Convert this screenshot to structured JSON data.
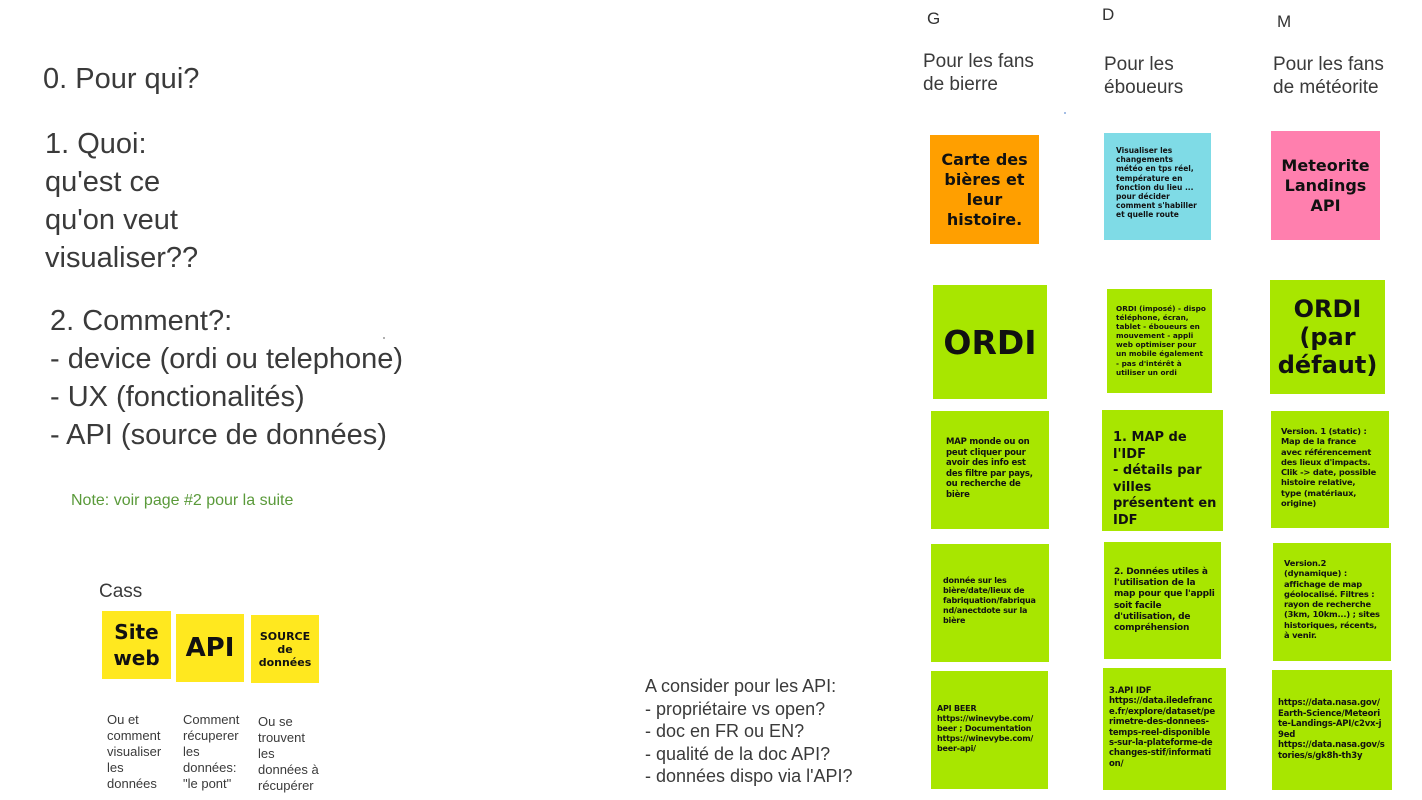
{
  "left": {
    "q0": "0. Pour qui?",
    "q1": "1. Quoi:\nqu'est ce\nqu'on veut\nvisualiser??",
    "q2": "2. Comment?:\n- device (ordi ou telephone)\n- UX (fonctionalités)\n- API (source de données)",
    "note": "Note: voir page #2 pour la suite",
    "cass_title": "Cass",
    "cass_stickies": [
      "Site\nweb",
      "API",
      "SOURCE\nde\ndonnées"
    ],
    "cass_labels": [
      "Ou et\ncomment\nvisualiser\nles\ndonnées",
      "Comment\nrécuperer\nles\ndonnées:\n\"le pont\"",
      "Ou se\ntrouvent\nles\ndonnées à\nrécupérer"
    ]
  },
  "api_consider": "A consider pour les API:\n- propriétaire vs open?\n- doc en FR ou EN?\n- qualité de la doc API?\n- données dispo via l'API?",
  "columns": [
    {
      "letter": "G",
      "title": "Pour les fans\nde bierre",
      "notes": [
        "Carte des\nbières et\nleur\nhistoire.",
        "ORDI",
        "MAP monde ou on\npeut cliquer pour\navoir des info est\ndes filtre par pays,\nou recherche de\nbière",
        "donnée sur les\nbière/date/lieux de\nfabriquation/fabriqua\nnd/anectdote sur la\nbière",
        "API BEER\nhttps://winevybe.com/\nbeer  ; Documentation\nhttps://winevybe.com/\nbeer-api/"
      ]
    },
    {
      "letter": "D",
      "title": "Pour les\néboueurs",
      "notes": [
        "Visualiser les\nchangements\nmétéo en tps réel,\ntempérature en\nfonction du lieu ...\npour décider\ncomment s'habiller\net quelle route",
        "ORDI (imposé) - dispo\ntéléphone, écran,\ntablet - éboueurs en\nmouvement - appli\nweb optimiser pour\nun mobile également\n- pas d'intérêt à\nutiliser un ordi",
        "1. MAP de l'IDF\n- détails par\nvilles\nprésentent en\nIDF",
        "2. Données utiles à\nl'utilisation de la\nmap pour que l'appli\nsoit facile\nd'utilisation, de\ncompréhension",
        "3.API IDF\nhttps://data.iledefranc\ne.fr/explore/dataset/pe\nrimetre-des-donnees-\ntemps-reel-disponible\ns-sur-la-plateforme-de\nchanges-stif/informati\non/"
      ]
    },
    {
      "letter": "M",
      "title": "Pour les fans\nde météorite",
      "notes": [
        "Meteorite\nLandings\nAPI",
        "ORDI\n(par\ndéfaut)",
        "Version. 1 (static) :\nMap de la france\navec référencement\ndes lieux d'impacts.\nClik -> date, possible\nhistoire relative,\ntype (matériaux,\norigine)",
        "Version.2\n(dynamique) :\naffichage de map\ngéolocalisé. Filtres :\nrayon de recherche\n(3km, 10km...) ; sites\nhistoriques, récents,\nà venir.",
        "https://data.nasa.gov/\nEarth-Science/Meteori\nte-Landings-API/c2vx-j\n9ed\nhttps://data.nasa.gov/s\ntories/s/gk8h-th3y"
      ]
    }
  ],
  "colors": {
    "green": "#a8e600",
    "yellow": "#ffe81f",
    "orange": "#ff9f00",
    "cyan": "#7fdbe6",
    "pink": "#ff7fae"
  }
}
